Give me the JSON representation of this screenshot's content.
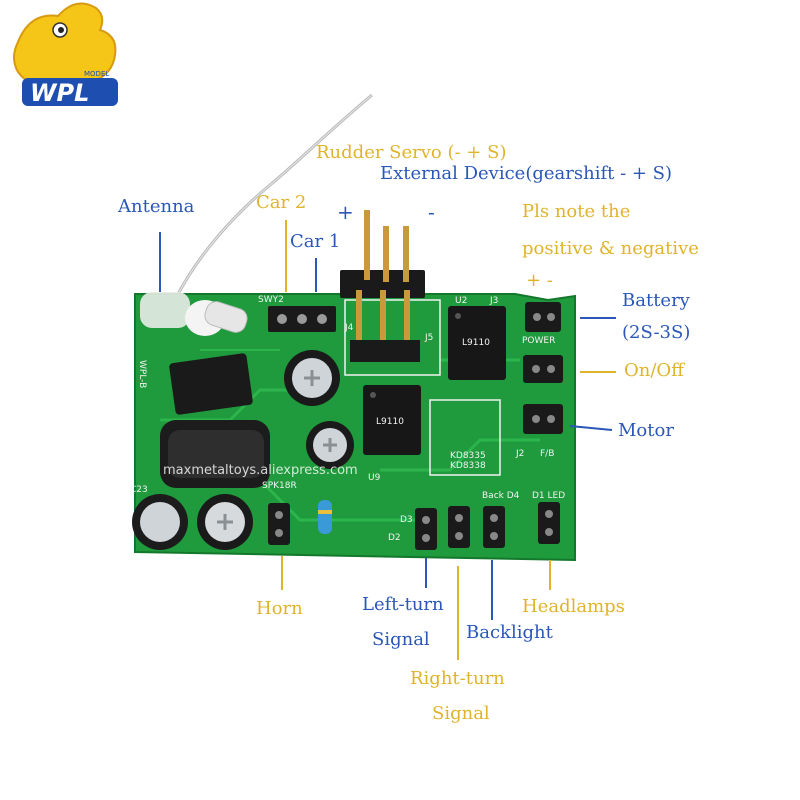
{
  "brand": {
    "logo_text": "WPL",
    "logo_sub": "MODEL"
  },
  "watermark": "maxmetaltoys.aliexpress.com",
  "labels": {
    "rudder_servo": "Rudder Servo (- + S)",
    "external_device": "External Device(gearshift - + S)",
    "note_line1": "Pls note the",
    "note_line2": "positive & negative",
    "antenna": "Antenna",
    "car2": "Car 2",
    "car1": "Car 1",
    "plus": "+",
    "minus": "-",
    "battery_polarity": "+  -",
    "battery": "Battery",
    "battery_cells": "(2S-3S)",
    "on_off": "On/Off",
    "motor": "Motor",
    "horn": "Horn",
    "left_turn_line1": "Left-turn",
    "left_turn_line2": "Signal",
    "backlight": "Backlight",
    "headlamps": "Headlamps",
    "right_turn_line1": "Right-turn",
    "right_turn_line2": "Signal"
  },
  "silkscreen": {
    "board_id": "WPL-B",
    "u2": "U2",
    "j3": "J3",
    "j5": "J5",
    "j4": "J4",
    "power": "POWER",
    "j2": "J2",
    "fb": "F/B",
    "chip1": "KD8335",
    "chip2": "KD8338",
    "c23": "C23",
    "d1_led": "D1 LED",
    "back_d4": "Back D4",
    "d2": "D2",
    "d3": "D3",
    "spk": "SPK18R",
    "u9": "U9",
    "swy2": "SWY2",
    "ic_top": "L9110",
    "ic_mid": "L9110"
  },
  "colors": {
    "label_blue": "#2a57b8",
    "label_yellow": "#e0b42a",
    "pcb_green": "#1f9a3c",
    "pin_gold": "#c89a3c"
  }
}
